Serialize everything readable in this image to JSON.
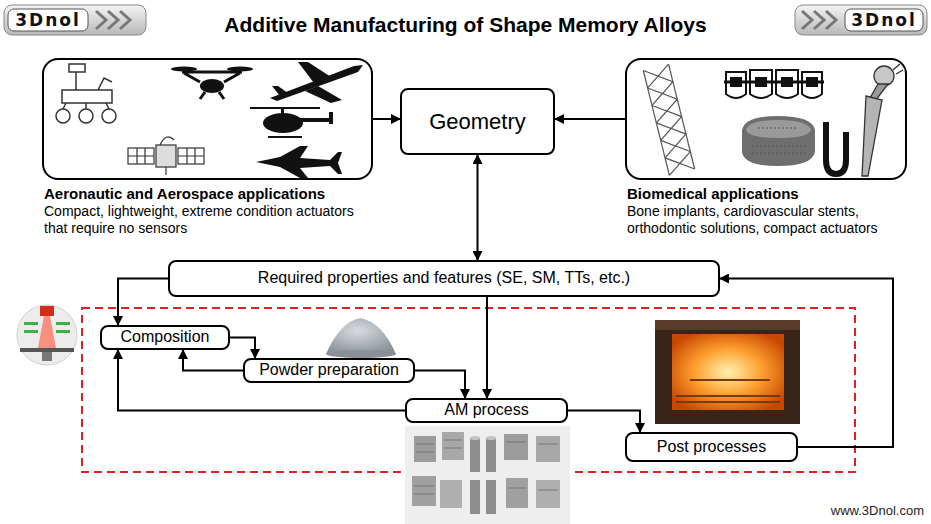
{
  "diagram": {
    "title": "Additive Manufacturing of Shape Memory Alloys",
    "nodes": [
      {
        "text": [
          "Aeronautic and Aerospace applications",
          "Compact, lightweight, extreme condition actuators that require no sensors"
        ]
      },
      {
        "text": [
          "Geometry"
        ]
      },
      {
        "text": [
          "Biomedical applications",
          "Bone implants, cardiovascular stents, orthodontic solutions, compact actuators"
        ]
      },
      {
        "text": [
          "Required properties and features (SE, SM, TTs, etc.)"
        ]
      },
      {
        "text": [
          "Composition"
        ]
      },
      {
        "text": [
          "Powder preparation"
        ]
      },
      {
        "text": [
          "AM process"
        ]
      },
      {
        "text": [
          "Post processes"
        ]
      }
    ],
    "edges": [
      {
        "from": 0,
        "to": 1,
        "arrow": "to"
      },
      {
        "from": 2,
        "to": 1,
        "arrow": "to"
      },
      {
        "from": 1,
        "to": 3,
        "arrow": "both"
      },
      {
        "from": 3,
        "to": 4,
        "arrow": "to"
      },
      {
        "from": 3,
        "to": 6,
        "arrow": "to"
      },
      {
        "from": 4,
        "to": 5,
        "arrow": "to"
      },
      {
        "from": 5,
        "to": 4,
        "arrow": "to"
      },
      {
        "from": 5,
        "to": 6,
        "arrow": "to"
      },
      {
        "from": 6,
        "to": 4,
        "arrow": "to"
      },
      {
        "from": 6,
        "to": 7,
        "arrow": "to"
      },
      {
        "from": 7,
        "to": 3,
        "arrow": "to"
      }
    ],
    "labels": [
      "3Dnol",
      "3Dnol",
      "www.3Dnol.com"
    ]
  }
}
